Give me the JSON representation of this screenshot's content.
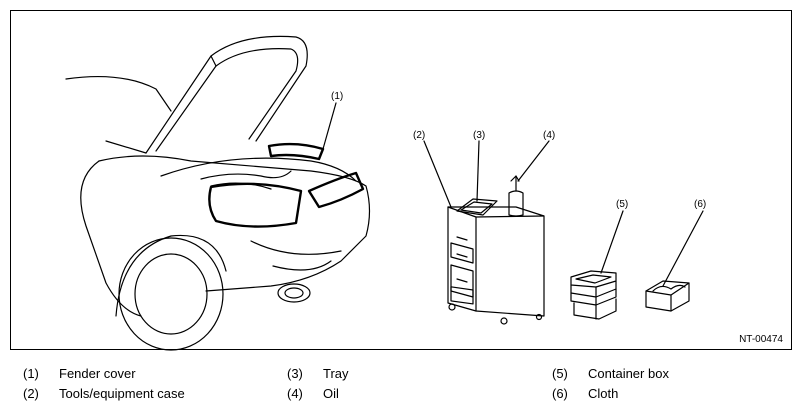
{
  "figure": {
    "id": "NT-00474",
    "callouts": [
      "(1)",
      "(2)",
      "(3)",
      "(4)",
      "(5)",
      "(6)"
    ]
  },
  "legend": [
    {
      "num": "(1)",
      "label": "Fender cover"
    },
    {
      "num": "(2)",
      "label": "Tools/equipment case"
    },
    {
      "num": "(3)",
      "label": "Tray"
    },
    {
      "num": "(4)",
      "label": "Oil"
    },
    {
      "num": "(5)",
      "label": "Container box"
    },
    {
      "num": "(6)",
      "label": "Cloth"
    }
  ],
  "icons": [
    "car-hood-open-icon",
    "fender-cover-icon",
    "tool-cart-icon",
    "tray-icon",
    "oil-can-icon",
    "container-box-icon",
    "cloth-box-icon"
  ]
}
